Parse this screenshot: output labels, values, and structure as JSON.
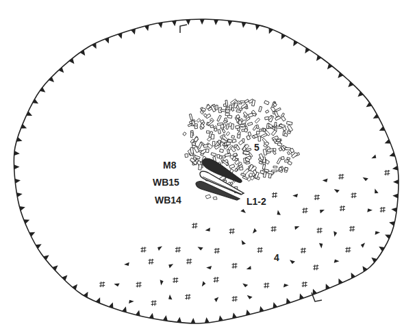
{
  "diagram": {
    "labels": [
      "5",
      "M8",
      "WB15",
      "WB14",
      "L1-2",
      "4"
    ]
  }
}
